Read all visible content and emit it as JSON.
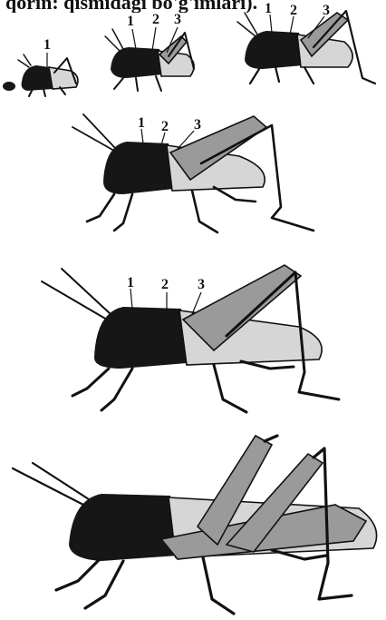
{
  "caption": "qorin: qismidagi bo'g'imlari).",
  "stages": [
    {
      "labels": [
        "1"
      ]
    },
    {
      "labels": [
        "1",
        "2",
        "3"
      ]
    },
    {
      "labels": [
        "1",
        "2",
        "3"
      ]
    },
    {
      "labels": [
        "1",
        "2",
        "3"
      ]
    },
    {
      "labels": [
        "1",
        "2",
        "3"
      ]
    },
    {
      "labels": []
    }
  ]
}
